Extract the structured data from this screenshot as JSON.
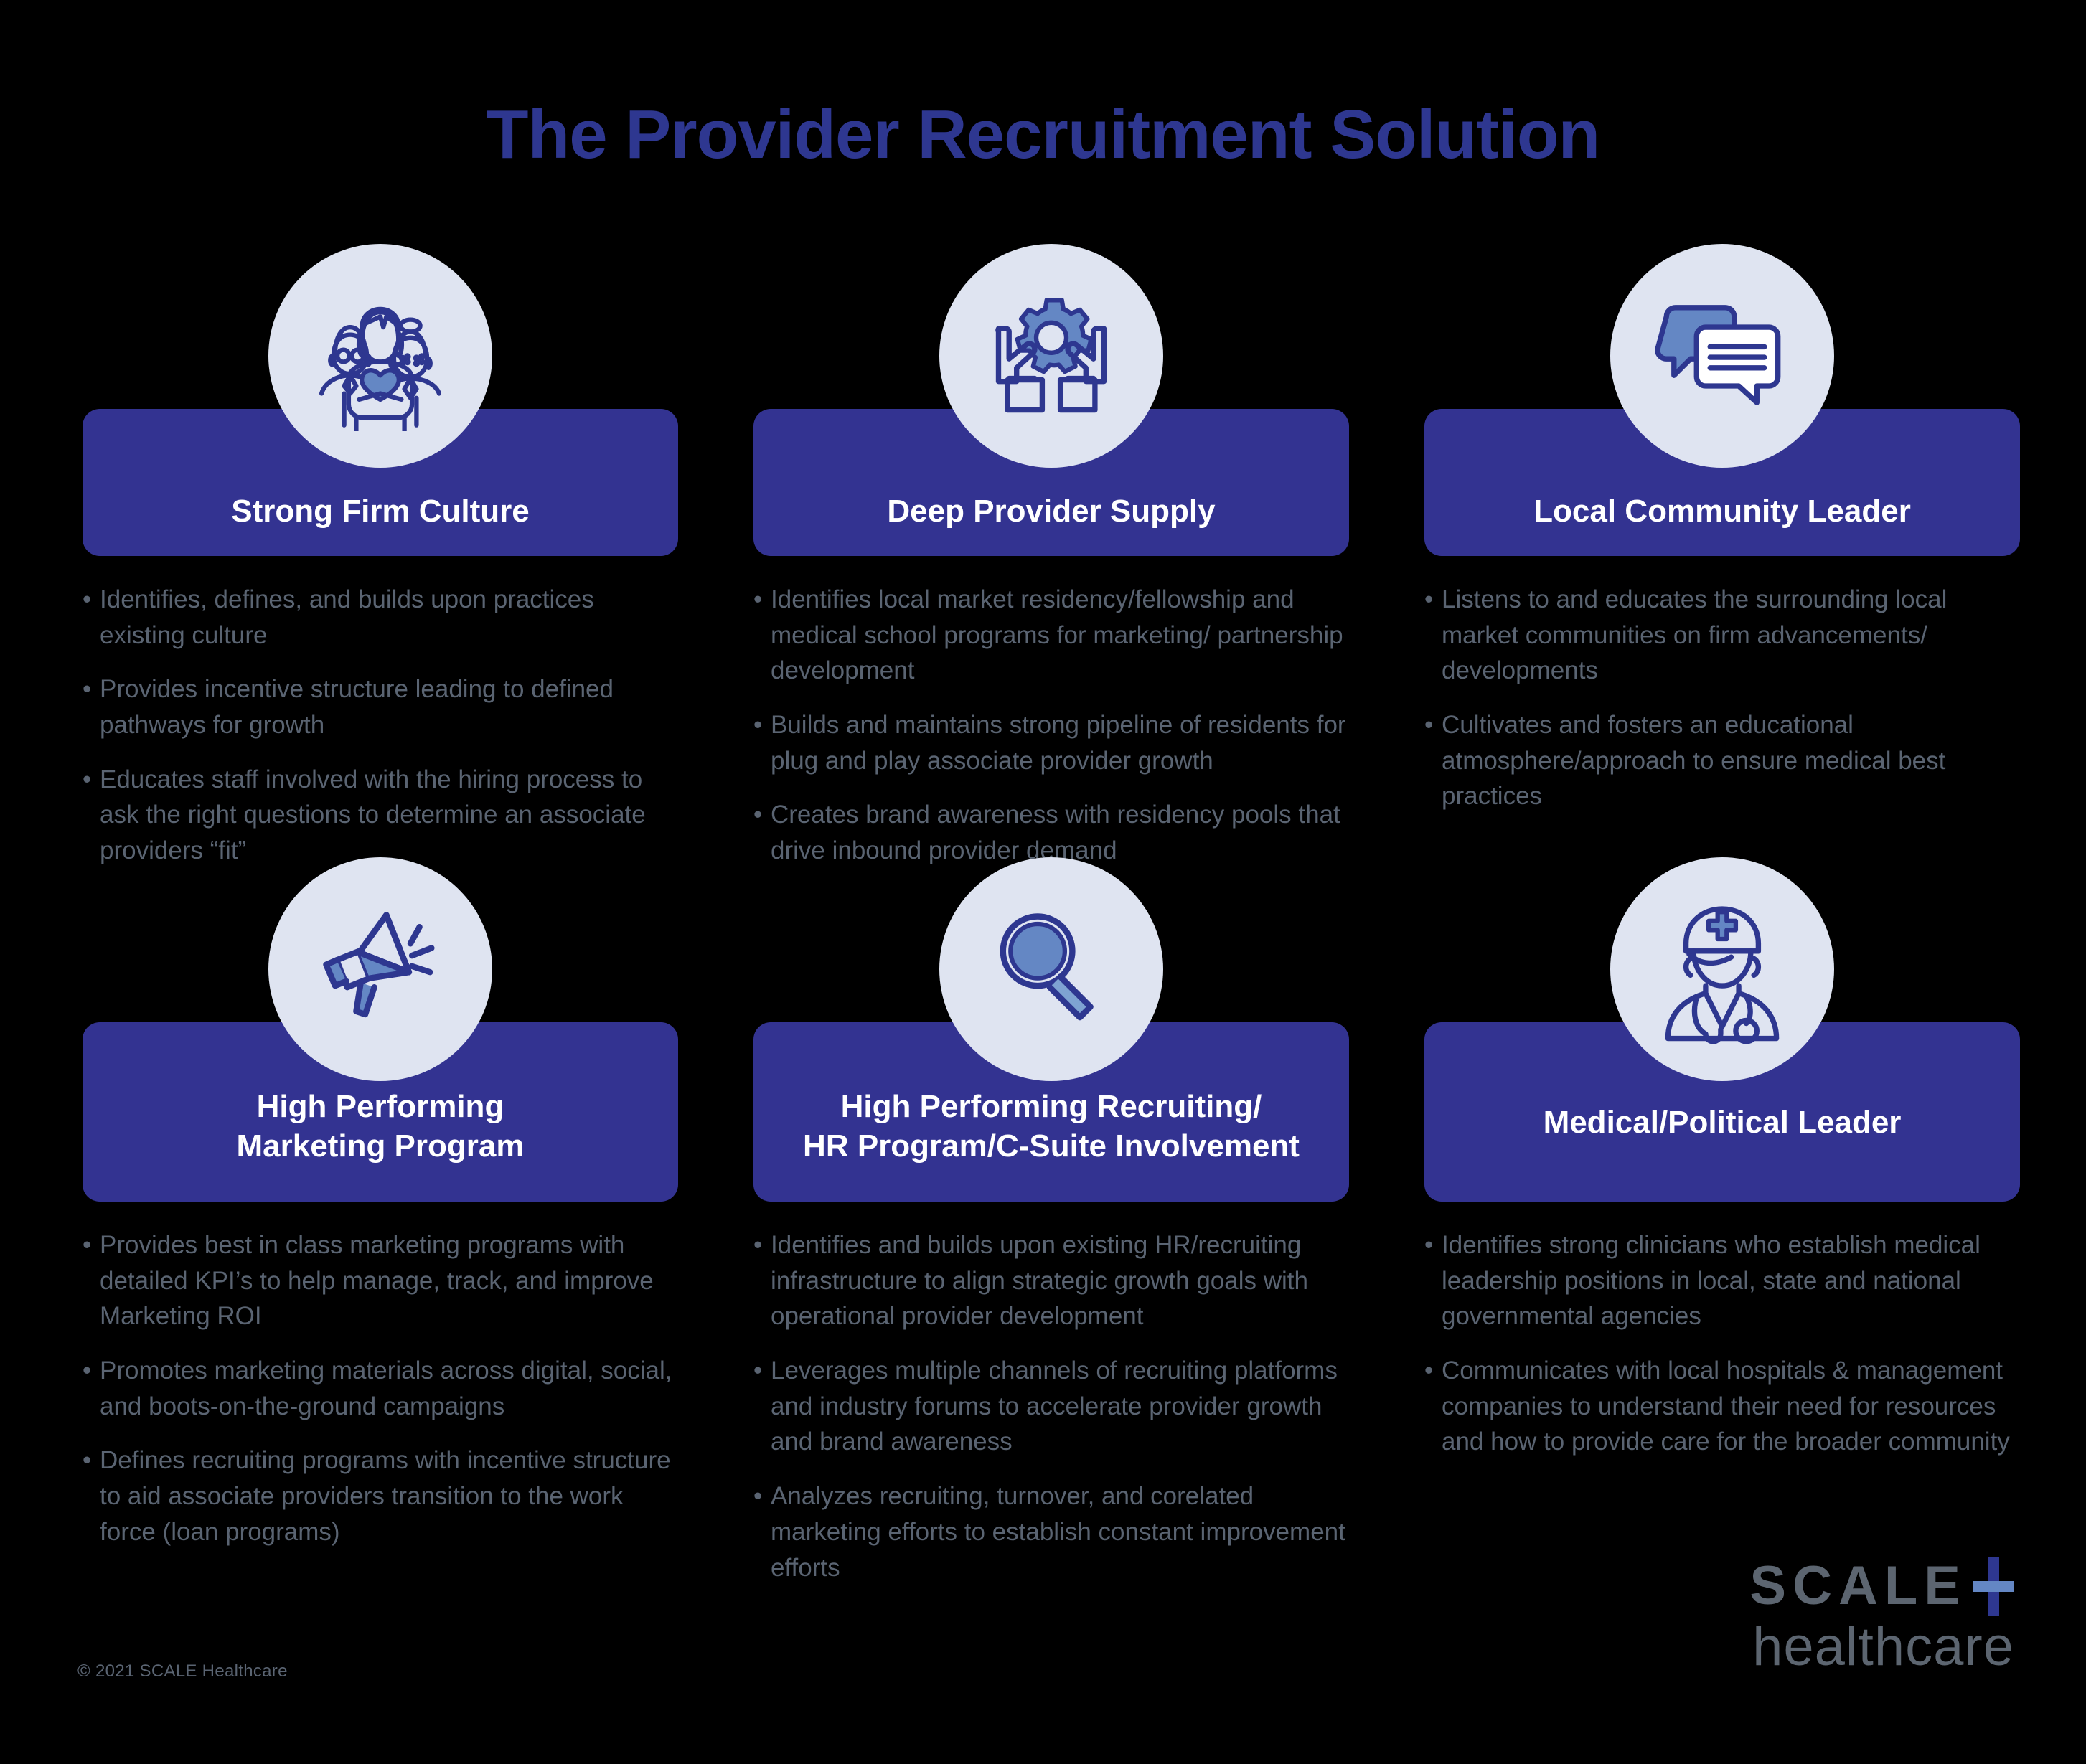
{
  "header": {
    "title": "The Provider Recruitment Solution",
    "title_color": "#2E3790"
  },
  "theme": {
    "background": "#000000",
    "banner_color": "#333391",
    "icon_circle_color": "#DFE4F1",
    "icon_stroke_color": "#2E3790",
    "icon_accent_color": "#6487C4",
    "body_text_color": "#5A6472",
    "banner_text_color": "#FFFFFF",
    "logo_text_color": "#5C6570"
  },
  "cards": [
    {
      "icon": "three-people-heart-icon",
      "title": "Strong Firm Culture",
      "bullets": [
        "Identifies, defines, and builds upon practices existing culture",
        "Provides incentive structure leading to defined pathways for growth",
        "Educates staff involved with the hiring process to ask the right questions to determine an associate providers “fit”"
      ]
    },
    {
      "icon": "hands-holding-gear-icon",
      "title": "Deep Provider Supply",
      "bullets": [
        "Identifies local market residency/fellowship and medical school programs for marketing/ partnership development",
        "Builds and maintains strong pipeline of residents for plug and play associate provider growth",
        "Creates brand awareness with residency pools that drive inbound provider demand"
      ]
    },
    {
      "icon": "speech-bubbles-icon",
      "title": "Local Community Leader",
      "bullets": [
        "Listens to and educates the surrounding local market communities on firm advancements/ developments",
        "Cultivates and fosters an educational atmosphere/approach to ensure medical best practices"
      ]
    },
    {
      "icon": "megaphone-icon",
      "title": "High Performing\nMarketing Program",
      "bullets": [
        "Provides best in class marketing programs with detailed KPI’s to help manage, track, and improve Marketing ROI",
        "Promotes marketing materials across digital, social, and boots-on-the-ground campaigns",
        "Defines recruiting programs with incentive structure to aid associate providers transition to the work force (loan programs)"
      ]
    },
    {
      "icon": "magnifying-glass-icon",
      "title": "High Performing Recruiting/\nHR Program/C-Suite Involvement",
      "bullets": [
        "Identifies and builds upon existing HR/recruiting infrastructure to align strategic growth goals with operational provider development",
        "Leverages multiple channels of recruiting platforms and industry forums to accelerate provider growth and brand awareness",
        "Analyzes recruiting, turnover, and corelated marketing efforts to establish constant improvement efforts"
      ]
    },
    {
      "icon": "doctor-icon",
      "title": "Medical/Political Leader",
      "bullets": [
        "Identifies strong clinicians who establish medical leadership positions in local, state and national governmental agencies",
        "Communicates with local hospitals & management companies to understand their need for resources and how to provide care for the broader community"
      ]
    }
  ],
  "footer": {
    "copyright": "© 2021 SCALE Healthcare",
    "logo_primary": "SCALE",
    "logo_secondary": "healthcare"
  }
}
